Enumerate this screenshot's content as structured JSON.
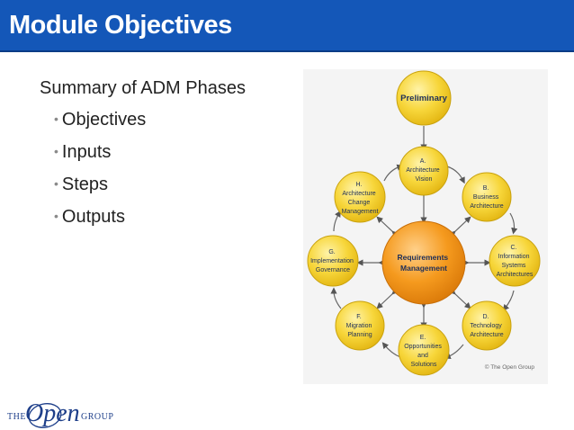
{
  "slide": {
    "title": "Module Objectives",
    "heading": "Summary of ADM Phases",
    "bullets": [
      "Objectives",
      "Inputs",
      "Steps",
      "Outputs"
    ]
  },
  "diagram": {
    "preliminary": "Preliminary",
    "center": [
      "Requirements",
      "Management"
    ],
    "phases": {
      "a": [
        "A.",
        "Architecture",
        "Vision"
      ],
      "b": [
        "B.",
        "Business",
        "Architecture"
      ],
      "c": [
        "C.",
        "Information",
        "Systems",
        "Architectures"
      ],
      "d": [
        "D.",
        "Technology",
        "Architecture"
      ],
      "e": [
        "E.",
        "Opportunities",
        "and",
        "Solutions"
      ],
      "f": [
        "F.",
        "Migration",
        "Planning"
      ],
      "g": [
        "G.",
        "Implementation",
        "Governance"
      ],
      "h": [
        "H.",
        "Architecture",
        "Change",
        "Management"
      ]
    },
    "copyright": "© The Open Group"
  },
  "logo": {
    "the": "THE",
    "open": "Open",
    "group": "GROUP"
  },
  "colors": {
    "title_bar": "#1457b8",
    "circle": "#f5cf2a",
    "center": "#f39a1c"
  }
}
